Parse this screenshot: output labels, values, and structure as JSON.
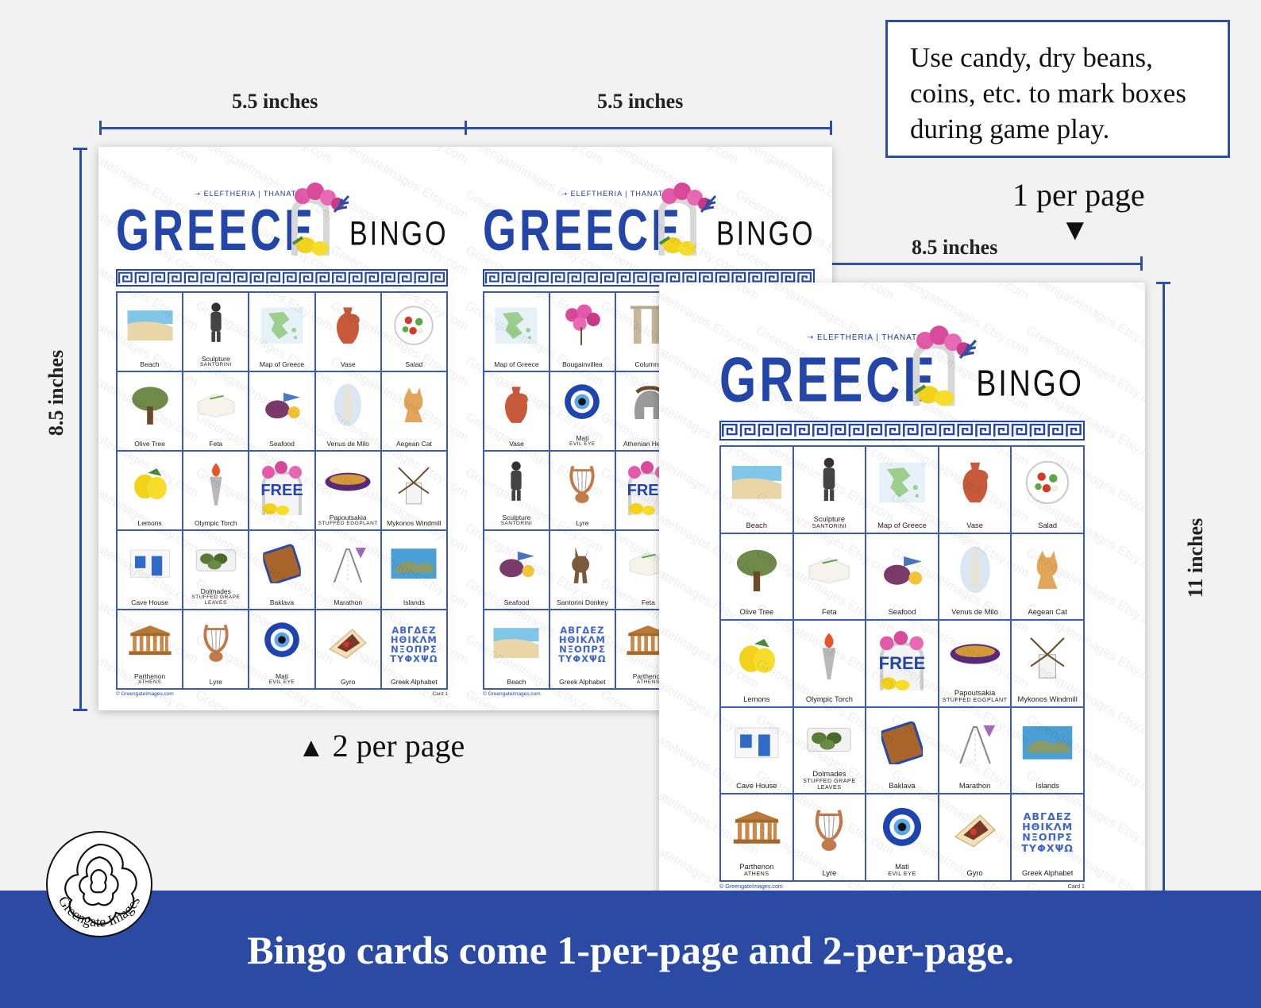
{
  "dimensions": {
    "top_left_width": "5.5 inches",
    "top_right_width": "5.5 inches",
    "left_height": "8.5 inches",
    "single_width": "8.5 inches",
    "single_height": "11 inches"
  },
  "note": "Use candy, dry beans, coins, etc. to mark boxes during game play.",
  "captions": {
    "one_per_page": "1 per page",
    "one_per_page_arrow": "▼",
    "two_per_page": "2 per page",
    "two_per_page_arrow": "▲"
  },
  "watermark": "GreengateImages.Etsy.com",
  "card_header": {
    "eyebrow": "ELEFTHERIA | THANATOS",
    "title": "GREECE",
    "subtitle": "BINGO"
  },
  "card_a": {
    "cells": [
      {
        "label": "Beach",
        "icon": "beach-icon"
      },
      {
        "label": "Sculpture",
        "sub": "SANTORINI",
        "icon": "sculpture-icon"
      },
      {
        "label": "Map of Greece",
        "icon": "map-icon"
      },
      {
        "label": "Vase",
        "icon": "vase-icon"
      },
      {
        "label": "Salad",
        "icon": "salad-icon"
      },
      {
        "label": "Olive Tree",
        "icon": "olive-tree-icon"
      },
      {
        "label": "Feta",
        "icon": "feta-icon"
      },
      {
        "label": "Seafood",
        "icon": "seafood-icon"
      },
      {
        "label": "Venus de Milo",
        "icon": "statue-icon"
      },
      {
        "label": "Aegean Cat",
        "icon": "cat-icon"
      },
      {
        "label": "Lemons",
        "icon": "lemons-icon"
      },
      {
        "label": "Olympic Torch",
        "icon": "torch-icon"
      },
      {
        "label": "FREE",
        "icon": "free-icon",
        "free": true
      },
      {
        "label": "Papoutsakia",
        "sub": "STUFFED EGGPLANT",
        "icon": "eggplant-icon"
      },
      {
        "label": "Mykonos Windmill",
        "icon": "windmill-icon"
      },
      {
        "label": "Cave House",
        "icon": "cave-house-icon"
      },
      {
        "label": "Dolmades",
        "sub": "STUFFED GRAPE LEAVES",
        "icon": "dolmades-icon"
      },
      {
        "label": "Baklava",
        "icon": "baklava-icon"
      },
      {
        "label": "Marathon",
        "icon": "marathon-icon"
      },
      {
        "label": "Islands",
        "icon": "islands-icon"
      },
      {
        "label": "Parthenon",
        "sub": "ATHENS",
        "icon": "parthenon-icon"
      },
      {
        "label": "Lyre",
        "icon": "lyre-icon"
      },
      {
        "label": "Mati",
        "sub": "EVIL EYE",
        "icon": "evil-eye-icon"
      },
      {
        "label": "Gyro",
        "icon": "gyro-icon"
      },
      {
        "label": "Greek Alphabet",
        "icon": "alphabet-icon",
        "alphabet": "ΑΒΓΔΕΖ\nΗΘΙΚΛΜ\nΝΞΟΠΡΣ\nΤΥΦΧΨΩ"
      }
    ],
    "footer_left": "© GreengateImages.com",
    "footer_right": "Card 1"
  },
  "card_b": {
    "cells": [
      {
        "label": "Map of Greece",
        "icon": "map-icon"
      },
      {
        "label": "Bougainvillea",
        "icon": "bougainvillea-icon"
      },
      {
        "label": "Columns",
        "icon": "columns-icon"
      },
      {
        "label": "Vase",
        "icon": "vase-icon"
      },
      {
        "label": "Mati",
        "sub": "EVIL EYE",
        "icon": "evil-eye-icon"
      },
      {
        "label": "Athenian Helmet",
        "icon": "helmet-icon"
      },
      {
        "label": "Sculpture",
        "sub": "SANTORINI",
        "icon": "sculpture-icon"
      },
      {
        "label": "Lyre",
        "icon": "lyre-icon"
      },
      {
        "label": "FREE",
        "icon": "free-icon",
        "free": true
      },
      {
        "label": "Seafood",
        "icon": "seafood-icon"
      },
      {
        "label": "Santorini Donkey",
        "icon": "donkey-icon"
      },
      {
        "label": "Feta",
        "icon": "feta-icon"
      },
      {
        "label": "Beach",
        "icon": "beach-icon"
      },
      {
        "label": "Greek Alphabet",
        "icon": "alphabet-icon",
        "alphabet": "ΑΒΓΔΕΖ\nΗΘΙΚΛΜ\nΝΞΟΠΡΣ\nΤΥΦΧΨΩ"
      },
      {
        "label": "Parthenon",
        "sub": "ATHENS",
        "icon": "parthenon-icon"
      }
    ],
    "footer_left": "© GreengateImages.com"
  },
  "footer": {
    "text": "Bingo cards come 1-per-page and 2-per-page.",
    "logo_text": "Greengate Images"
  },
  "colors": {
    "accent_blue": "#2a4aa4",
    "greece_blue": "#2346a8",
    "background": "#f2f2f2"
  }
}
